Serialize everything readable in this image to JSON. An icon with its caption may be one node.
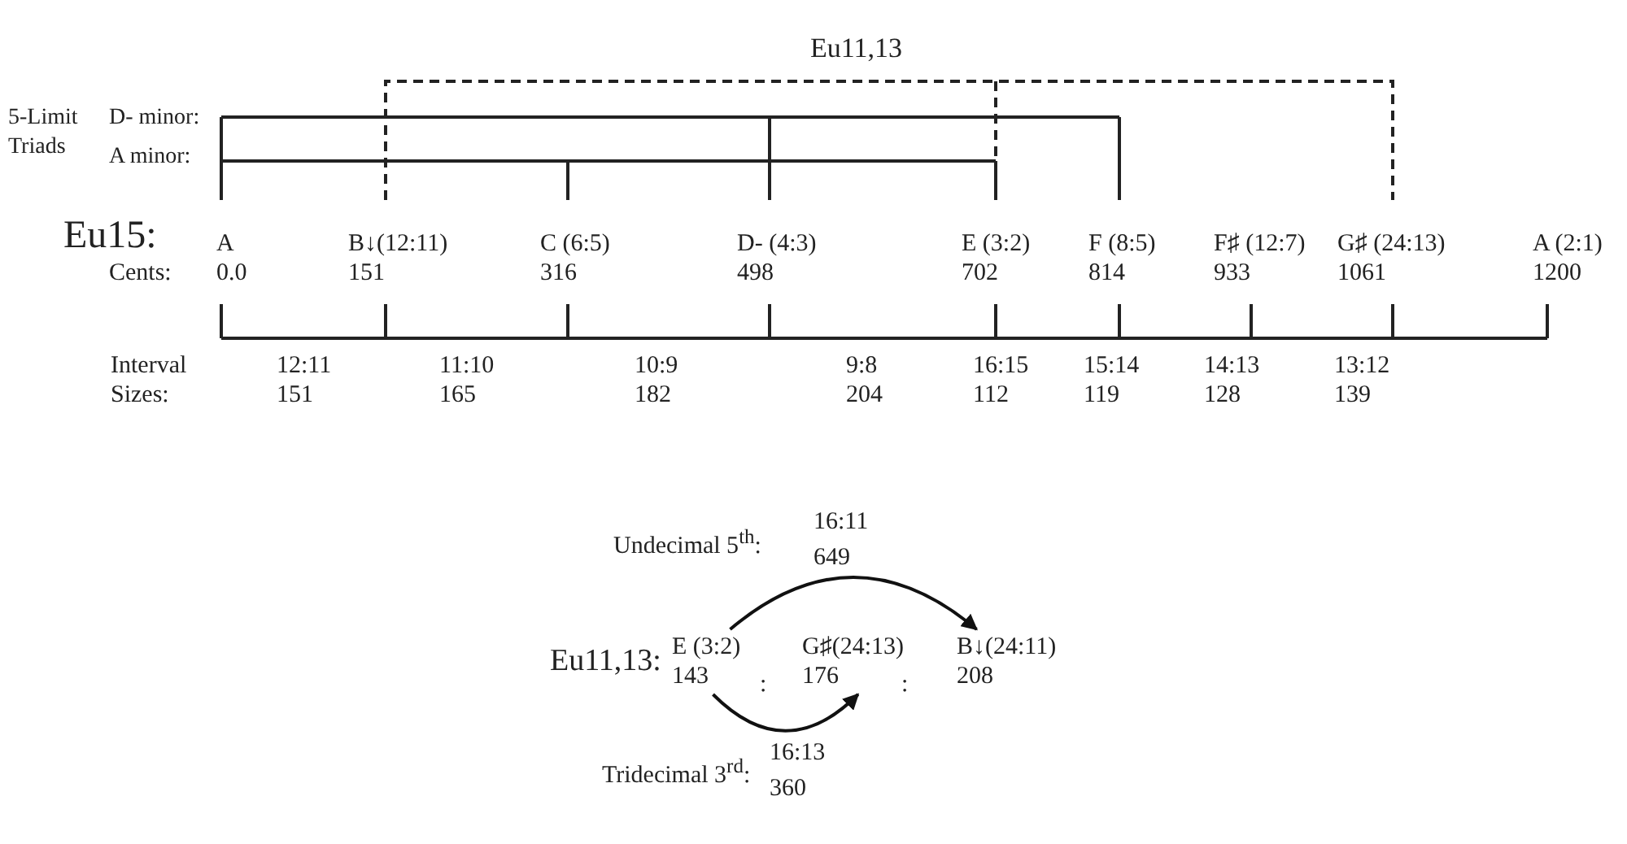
{
  "diagram": {
    "nodes": [
      {
        "text": [
          "A",
          "0.0"
        ]
      },
      {
        "text": [
          "B↓(12:11)",
          "151"
        ]
      },
      {
        "text": [
          "C (6:5)",
          "316"
        ]
      },
      {
        "text": [
          "D- (4:3)",
          "498"
        ]
      },
      {
        "text": [
          "E (3:2)",
          "702"
        ]
      },
      {
        "text": [
          "F (8:5)",
          "814"
        ]
      },
      {
        "text": [
          "F♯ (12:7)",
          "933"
        ]
      },
      {
        "text": [
          "G♯ (24:13)",
          "1061"
        ]
      },
      {
        "text": [
          "A (2:1)",
          "1200"
        ]
      },
      {
        "text": [
          "E (3:2)",
          "143"
        ]
      },
      {
        "text": [
          "G♯(24:13)",
          "176"
        ]
      },
      {
        "text": [
          "B↓(24:11)",
          "208"
        ]
      }
    ],
    "edges": [
      {
        "from": 9,
        "to": 11,
        "arrow": "to"
      },
      {
        "from": 9,
        "to": 10,
        "arrow": "to"
      }
    ],
    "labels": [
      "Eu11,13",
      "5-Limit Triads",
      "D- minor:",
      "A minor:",
      "Eu15:",
      "Cents:",
      "Interval",
      "Sizes:",
      "12:11",
      "151",
      "11:10",
      "165",
      "10:9",
      "182",
      "9:8",
      "204",
      "16:15",
      "112",
      "15:14",
      "119",
      "14:13",
      "128",
      "13:12",
      "139",
      "Undecimal 5$^{th}$:",
      "16:11",
      "649",
      "Eu11,13:",
      ":",
      ":",
      "Tridecimal 3$^{rd}$:",
      "16:13",
      "360"
    ]
  }
}
